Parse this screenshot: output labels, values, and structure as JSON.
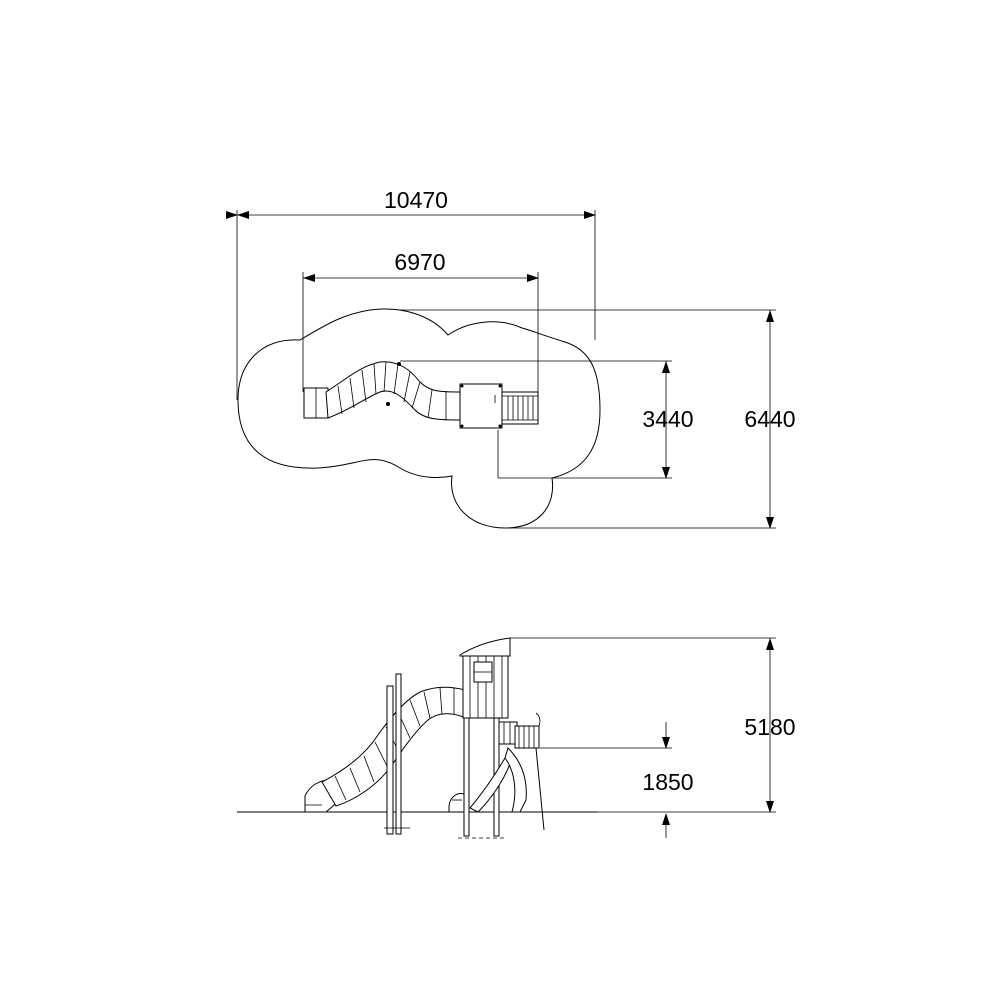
{
  "drawing": {
    "top_view": {
      "overall_width": "10470",
      "inner_width": "6970",
      "inner_depth": "3440",
      "overall_depth": "6440"
    },
    "side_view": {
      "total_height": "5180",
      "platform_height": "1850"
    }
  }
}
